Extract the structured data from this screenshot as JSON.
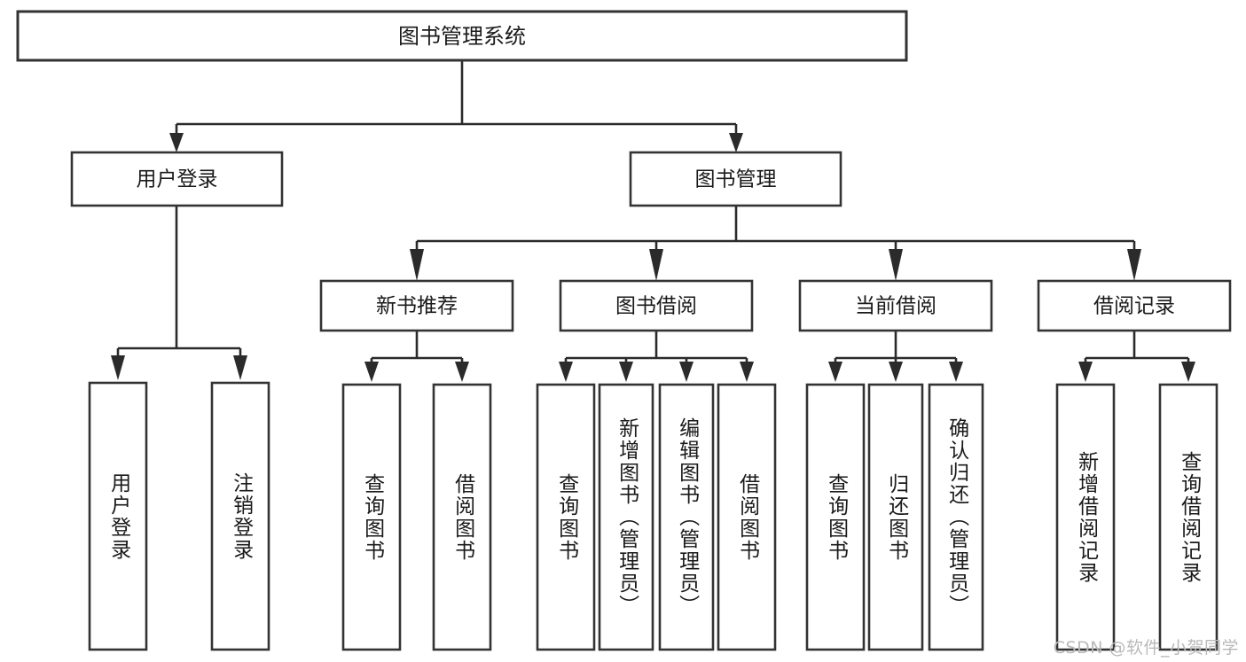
{
  "diagram": {
    "title": "图书管理系统",
    "watermark": "CSDN @软件_小贺同学",
    "colors": {
      "box_stroke": "#333333",
      "connector": "#2b2b2b",
      "box_fill": "#ffffff",
      "text": "#1a1a1a",
      "watermark": "#b9b9b9",
      "background": "#ffffff"
    },
    "root": {
      "label": "图书管理系统"
    },
    "level1": [
      {
        "label": "用户登录"
      },
      {
        "label": "图书管理"
      }
    ],
    "level2": [
      {
        "label": "新书推荐"
      },
      {
        "label": "图书借阅"
      },
      {
        "label": "当前借阅"
      },
      {
        "label": "借阅记录"
      }
    ],
    "leaves": {
      "user_login": [
        {
          "label": "用户登录"
        },
        {
          "label": "注销登录"
        }
      ],
      "new_book_recommend": [
        {
          "label": "查询图书"
        },
        {
          "label": "借阅图书"
        }
      ],
      "book_borrow": [
        {
          "label": "查询图书"
        },
        {
          "label": "新增图书（管理员）"
        },
        {
          "label": "编辑图书（管理员）"
        },
        {
          "label": "借阅图书"
        }
      ],
      "current_borrow": [
        {
          "label": "查询图书"
        },
        {
          "label": "归还图书"
        },
        {
          "label": "确认归还（管理员）"
        }
      ],
      "borrow_record": [
        {
          "label": "新增借阅记录"
        },
        {
          "label": "查询借阅记录"
        }
      ]
    }
  }
}
